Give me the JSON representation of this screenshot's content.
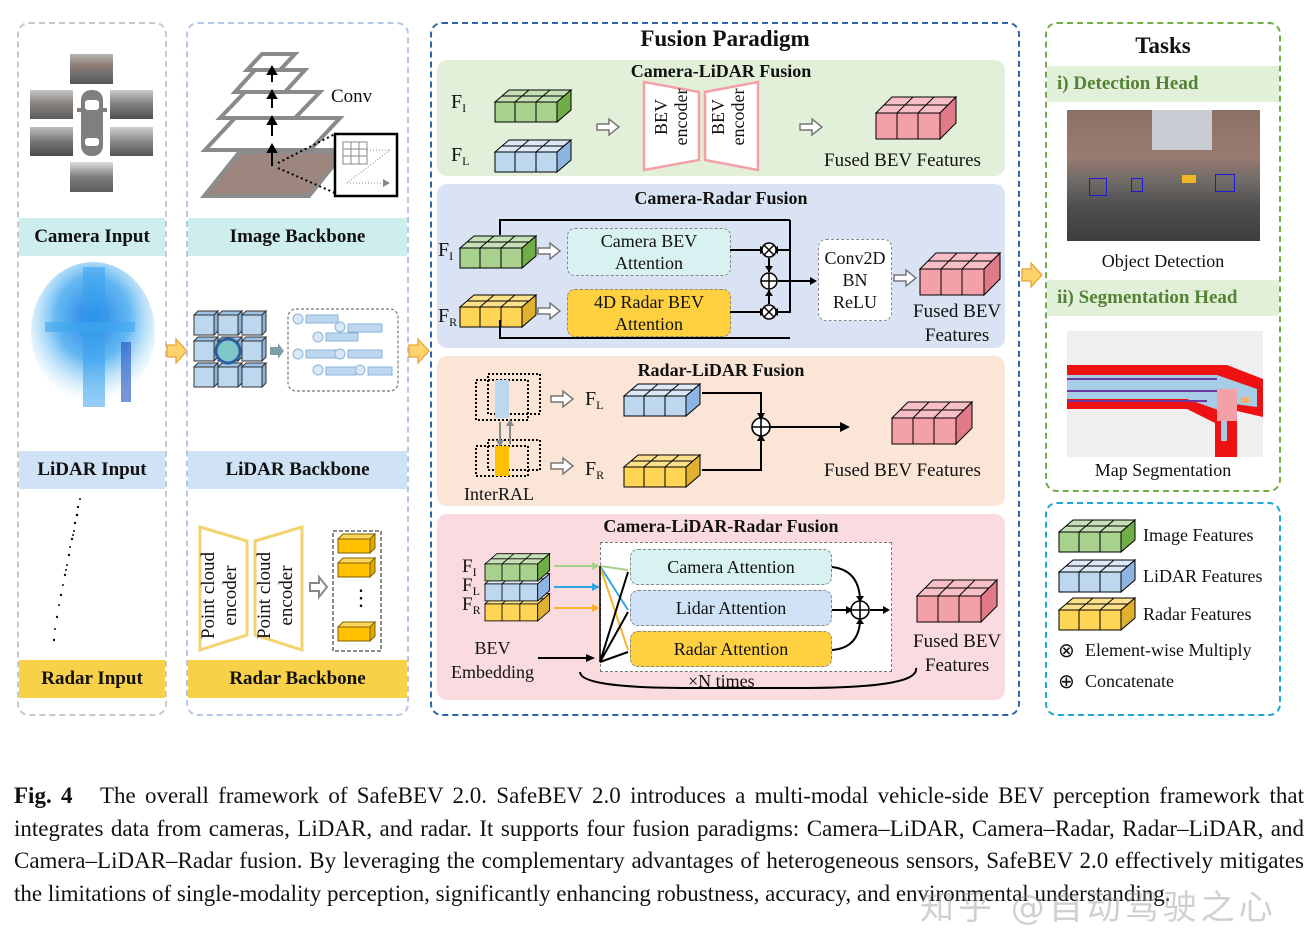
{
  "colors": {
    "camera": "#cdeeed",
    "lidar": "#cfe2f6",
    "radar": "#f8d149",
    "image_feat": "#a9d18e",
    "lidar_feat": "#bdd7ee",
    "radar_feat": "#ffd555",
    "fused_feat": "#f4a0a8",
    "cl_panel": "#e2f0d9",
    "cr_panel": "#dae3f3",
    "rl_panel": "#fbe5d6",
    "clr_panel": "#fadbe0",
    "tasks_head": "#e2f0d9",
    "tasks_head_text": "#548235"
  },
  "inputs": {
    "camera_label": "Camera Input",
    "lidar_label": "LiDAR Input",
    "radar_label": "Radar Input"
  },
  "backbones": {
    "image_label": "Image Backbone",
    "conv_label": "Conv",
    "lidar_label": "LiDAR Backbone",
    "radar_label": "Radar Backbone",
    "encoder_label_1": "Point cloud",
    "encoder_label_2": "encoder",
    "ellipsis": "⋮"
  },
  "fusion": {
    "title": "Fusion Paradigm",
    "camera_lidar": {
      "title": "Camera-LiDAR Fusion",
      "fi": "F",
      "fi_sub": "I",
      "fl": "F",
      "fl_sub": "L",
      "encoder_a": "BEV",
      "encoder_b": "encoder",
      "output": "Fused BEV Features"
    },
    "camera_radar": {
      "title": "Camera-Radar Fusion",
      "fi": "F",
      "fi_sub": "I",
      "fr": "F",
      "fr_sub": "R",
      "camera_att_1": "Camera BEV",
      "camera_att_2": "Attention",
      "radar_att_1": "4D Radar BEV",
      "radar_att_2": "Attention",
      "conv_1": "Conv2D",
      "conv_2": "BN",
      "conv_3": "ReLU",
      "output_1": "Fused BEV",
      "output_2": "Features"
    },
    "radar_lidar": {
      "title": "Radar-LiDAR Fusion",
      "fl": "F",
      "fl_sub": "L",
      "fr": "F",
      "fr_sub": "R",
      "interral": "InterRAL",
      "output": "Fused BEV Features"
    },
    "camera_lidar_radar": {
      "title": "Camera-LiDAR-Radar Fusion",
      "fi": "F",
      "fi_sub": "I",
      "fl": "F",
      "fl_sub": "L",
      "fr": "F",
      "fr_sub": "R",
      "embedding_1": "BEV",
      "embedding_2": "Embedding",
      "camera_att": "Camera Attention",
      "lidar_att": "Lidar Attention",
      "radar_att": "Radar Attention",
      "repeat": "×N times",
      "output_1": "Fused BEV",
      "output_2": "Features"
    }
  },
  "tasks": {
    "title": "Tasks",
    "detection_head": "i) Detection Head",
    "detection_caption": "Object Detection",
    "segmentation_head": "ii) Segmentation Head",
    "segmentation_caption": "Map Segmentation"
  },
  "legend": {
    "items": [
      {
        "label": "Image Features",
        "icon": "green-feature-cube"
      },
      {
        "label": "LiDAR Features",
        "icon": "blue-feature-cube"
      },
      {
        "label": "Radar Features",
        "icon": "yellow-feature-cube"
      },
      {
        "label": "Element-wise Multiply",
        "icon": "otimes-symbol",
        "glyph": "⊗"
      },
      {
        "label": "Concatenate",
        "icon": "oplus-symbol",
        "glyph": "⊕"
      }
    ]
  },
  "caption": {
    "fig_label": "Fig. 4",
    "text": "The overall framework of SafeBEV 2.0. SafeBEV 2.0 introduces a multi-modal vehicle-side BEV perception framework that integrates data from cameras, LiDAR, and radar. It supports four fusion paradigms: Camera–LiDAR, Camera–Radar, Radar–LiDAR, and Camera–LiDAR–Radar fusion. By leveraging the complementary advantages of heterogeneous sensors, SafeBEV 2.0 effectively mitigates the limitations of single-modality perception, significantly enhancing robustness, accuracy, and environmental understanding."
  },
  "watermark": "知乎 @自动驾驶之心"
}
